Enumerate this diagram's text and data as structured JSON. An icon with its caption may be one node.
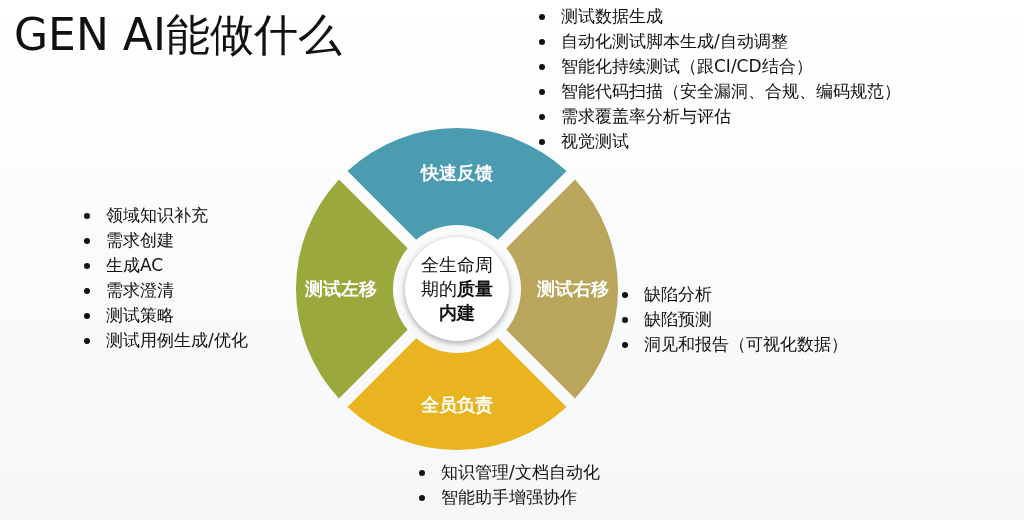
{
  "diagram": {
    "title": "GEN AI能做什么",
    "nodes": [
      {
        "text": [
          "快速反馈"
        ],
        "beside": [
          "测试数据生成",
          "自动化测试脚本生成/自动调整",
          "智能化持续测试（跟CI/CD结合）",
          "智能代码扫描（安全漏洞、合规、编码规范）",
          "需求覆盖率分析与评估",
          "视觉测试"
        ]
      },
      {
        "text": [
          "测试左移"
        ],
        "beside": [
          "领域知识补充",
          "需求创建",
          "生成AC",
          "需求澄清",
          "测试策略",
          "测试用例生成/优化"
        ]
      },
      {
        "text": [
          "全生命周期的**质量内建**"
        ]
      },
      {
        "text": [
          "测试右移"
        ],
        "beside": [
          "缺陷分析",
          "缺陷预测",
          "洞见和报告（可视化数据）"
        ]
      },
      {
        "text": [
          "全员负责"
        ],
        "beside": [
          "知识管理/文档自动化",
          "智能助手增强协作"
        ]
      }
    ]
  }
}
